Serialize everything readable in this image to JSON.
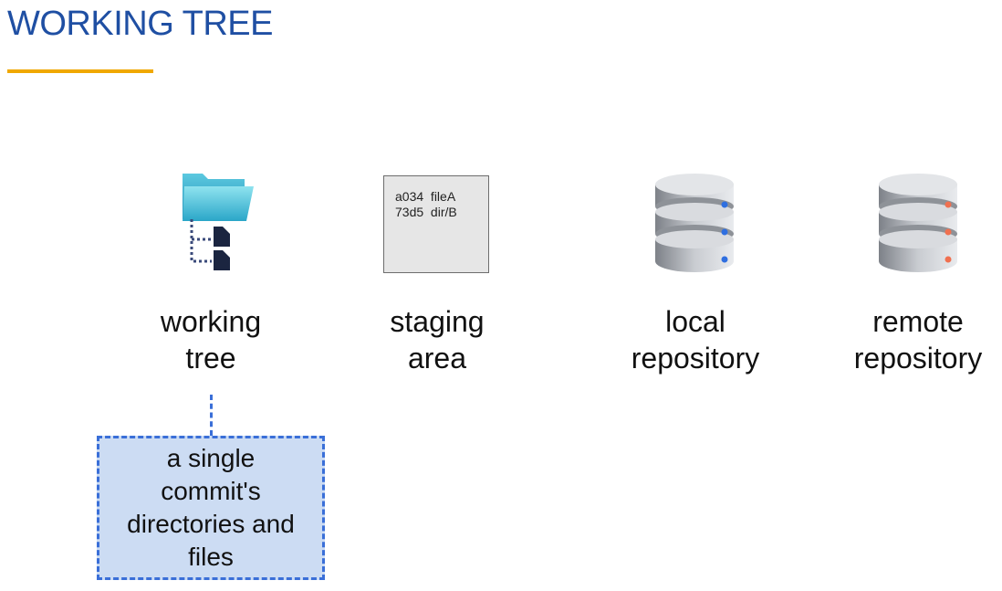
{
  "slide": {
    "title": "WORKING TREE",
    "accent_color": "#1f4fa3",
    "underline_color": "#f0a800"
  },
  "stages": [
    {
      "id": "working-tree",
      "icon": "folder-tree-icon",
      "label_lines": [
        "working",
        "tree"
      ]
    },
    {
      "id": "staging-area",
      "icon": "index-box",
      "label_lines": [
        "staging",
        "area"
      ],
      "entries": [
        "a034  fileA",
        "73d5  dir/B"
      ]
    },
    {
      "id": "local-repository",
      "icon": "database-server-icon",
      "indicator_color": "#2f6fe0",
      "label_lines": [
        "local",
        "repository"
      ]
    },
    {
      "id": "remote-repository",
      "icon": "database-server-icon",
      "indicator_color": "#f07050",
      "label_lines": [
        "remote",
        "repository"
      ]
    }
  ],
  "callout": {
    "lines": [
      "a single",
      "commit's",
      "directories and",
      "files"
    ],
    "border_color": "#3a6fd8",
    "fill_color": "#ccdcf3"
  }
}
